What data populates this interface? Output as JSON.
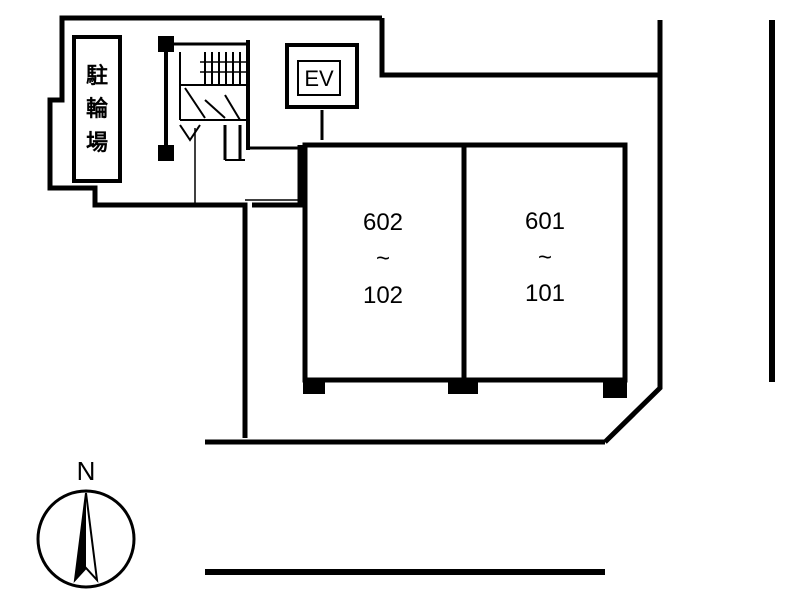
{
  "labels": {
    "bicycle_parking": [
      "駐",
      "輪",
      "場"
    ],
    "elevator": "EV",
    "north": "N"
  },
  "units": [
    {
      "top": "602",
      "tilde": "~",
      "bottom": "102"
    },
    {
      "top": "601",
      "tilde": "~",
      "bottom": "101"
    }
  ],
  "colors": {
    "line": "#000000",
    "background": "#ffffff"
  }
}
